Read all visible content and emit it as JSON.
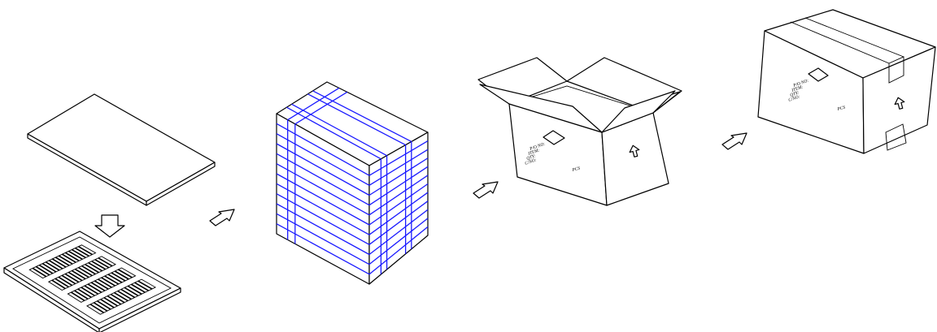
{
  "diagram": {
    "steps": [
      {
        "id": "tray-and-cover"
      },
      {
        "id": "strapped-stack"
      },
      {
        "id": "open-carton"
      },
      {
        "id": "sealed-carton"
      }
    ],
    "carton_marks": {
      "lines": [
        "P/O NO:",
        "ITEM:",
        "QTY:",
        "C/NO:"
      ],
      "unit": "PCS"
    },
    "colors": {
      "band": "#1a1aff",
      "line": "#000000"
    },
    "icons": [
      "down-arrow-icon",
      "right-arrow-icon",
      "this-way-up-icon",
      "fragile-diamond-icon"
    ]
  }
}
